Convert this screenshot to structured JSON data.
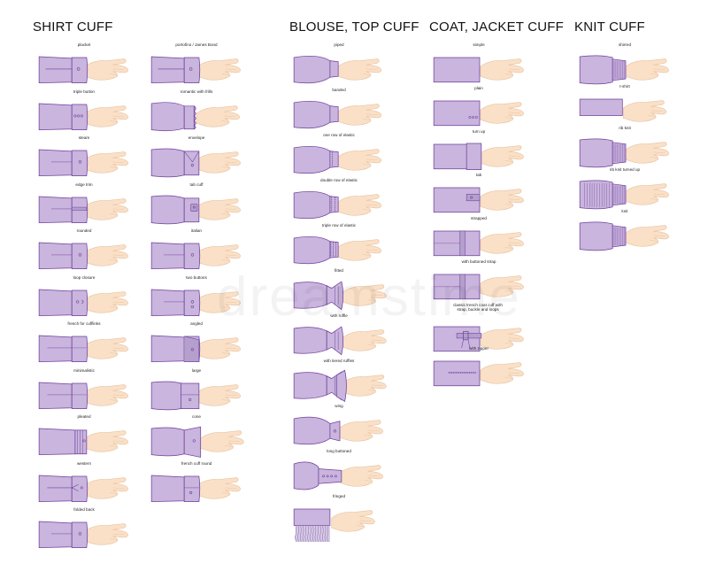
{
  "colors": {
    "fabric": "#c9b5dd",
    "fabric_dark": "#b59fcd",
    "outline": "#6e3f9c",
    "skin": "#fae0c7",
    "skin_line": "#e8c4a3"
  },
  "watermark": "dreamstime",
  "sections": [
    {
      "heading": "SHIRT CUFF",
      "columns": [
        {
          "items": [
            {
              "label": "placket",
              "style": "placket"
            },
            {
              "label": "triple button",
              "style": "triple"
            },
            {
              "label": "steam",
              "style": "single"
            },
            {
              "label": "edge trim",
              "style": "trim"
            },
            {
              "label": "rounded",
              "style": "single"
            },
            {
              "label": "loop closure",
              "style": "loop"
            },
            {
              "label": "french for cufflinks",
              "style": "plain"
            },
            {
              "label": "minimalistic",
              "style": "minimal"
            },
            {
              "label": "pleated",
              "style": "pleated"
            },
            {
              "label": "western",
              "style": "western"
            },
            {
              "label": "folded back",
              "style": "single"
            }
          ]
        },
        {
          "items": [
            {
              "label": "portofino / James Bond",
              "style": "placket"
            },
            {
              "label": "romantic with frills",
              "style": "frill"
            },
            {
              "label": "envelope",
              "style": "envelope"
            },
            {
              "label": "tab cuff",
              "style": "tabcuff"
            },
            {
              "label": "italian",
              "style": "single"
            },
            {
              "label": "two buttons",
              "style": "double"
            },
            {
              "label": "angled",
              "style": "angled"
            },
            {
              "label": "large",
              "style": "large"
            },
            {
              "label": "cone",
              "style": "cone"
            },
            {
              "label": "french cuff round",
              "style": "roundfr"
            }
          ]
        }
      ]
    },
    {
      "heading": "BLOUSE, TOP CUFF",
      "columns": [
        {
          "items": [
            {
              "label": "piped",
              "style": "piped"
            },
            {
              "label": "banded",
              "style": "banded"
            },
            {
              "label": "one row of elastic",
              "style": "elastic1"
            },
            {
              "label": "double row of elastic",
              "style": "elastic2"
            },
            {
              "label": "triple row of elastic",
              "style": "elastic3"
            },
            {
              "label": "fitted",
              "style": "fitted"
            },
            {
              "label": "with ruffle",
              "style": "ruffle"
            },
            {
              "label": "with tiered ruffles",
              "style": "tiered"
            },
            {
              "label": "wing",
              "style": "wing"
            },
            {
              "label": "long buttoned",
              "style": "longbtn"
            },
            {
              "label": "fringed",
              "style": "fringe"
            }
          ]
        }
      ]
    },
    {
      "heading": "COAT, JACKET CUFF",
      "columns": [
        {
          "items": [
            {
              "label": "simple",
              "style": "coat"
            },
            {
              "label": "plain",
              "style": "coatbtn"
            },
            {
              "label": "turn up",
              "style": "turnup"
            },
            {
              "label": "tab",
              "style": "tab"
            },
            {
              "label": "strapped",
              "style": "strap"
            },
            {
              "label": "with buttoned strap",
              "style": "strap"
            },
            {
              "label": "classic trench coat cuff with strap, buckle and loops",
              "style": "trench"
            },
            {
              "label": "with zipper",
              "style": "zipper"
            }
          ]
        }
      ]
    },
    {
      "heading": "KNIT CUFF",
      "columns": [
        {
          "items": [
            {
              "label": "shirred",
              "style": "shirred"
            },
            {
              "label": "t-shirt",
              "style": "tshirt"
            },
            {
              "label": "rib knit",
              "style": "rib"
            },
            {
              "label": "rib knit turned up",
              "style": "ribup"
            },
            {
              "label": "knit",
              "style": "knit"
            }
          ]
        }
      ]
    }
  ]
}
